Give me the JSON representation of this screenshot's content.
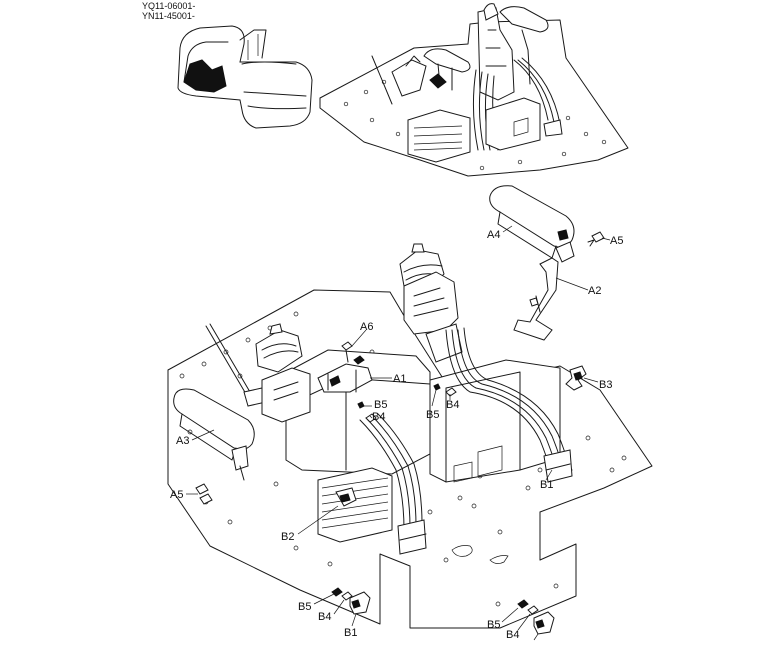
{
  "header": {
    "serial_line_1": "YQ11-06001-",
    "serial_line_2": "YN11-45001-"
  },
  "labels": {
    "a1": "A1",
    "a2": "A2",
    "a3": "A3",
    "a4": "A4",
    "a5_right": "A5",
    "a5_left": "A5",
    "a6": "A6",
    "b1_left": "B1",
    "b1_right": "B1",
    "b2": "B2",
    "b3": "B3",
    "b4_upper_left": "B4",
    "b4_upper_mid": "B4",
    "b4_lower_left": "B4",
    "b4_lower_right": "B4",
    "b5_upper_left": "B5",
    "b5_upper_mid": "B5",
    "b5_lower_left": "B5",
    "b5_lower_right": "B5"
  }
}
